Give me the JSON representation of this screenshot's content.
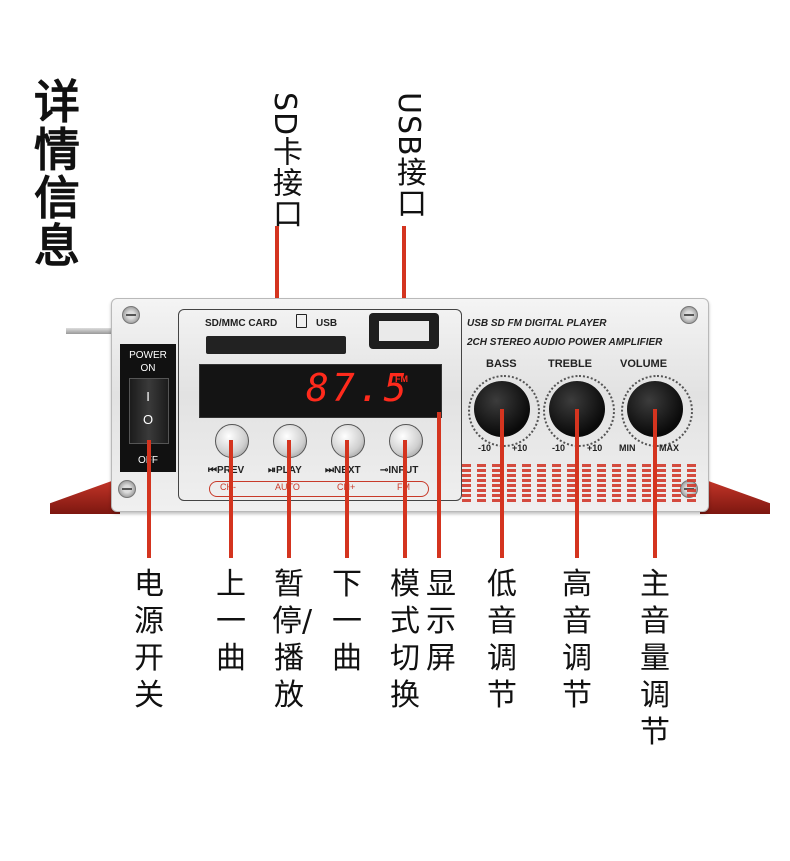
{
  "title": "详情信息",
  "callouts": {
    "sd_slot": "SD卡接口",
    "usb_port": "USB接口",
    "power_switch": "电源开关",
    "prev": "上一曲",
    "play": "暂停/播放",
    "next": "下一曲",
    "mode": "模式切换",
    "display": "显示屏",
    "bass": "低音调节",
    "treble": "高音调节",
    "volume": "主音量调节"
  },
  "device": {
    "brand_line1": "USB SD FM DIGITAL PLAYER",
    "brand_line2": "2CH STEREO AUDIO POWER  AMPLIFIER",
    "power": {
      "label": "POWER",
      "on": "ON",
      "off": "OFF",
      "i": "I",
      "o": "O"
    },
    "sd_label": "SD/MMC CARD",
    "usb_label": "USB",
    "display_value": "87.5",
    "display_unit": "FM",
    "buttons": [
      {
        "label": "⏮PREV",
        "sub": "CH-"
      },
      {
        "label": "⏯PLAY",
        "sub": "AUTO"
      },
      {
        "label": "⏭NEXT",
        "sub": "CH+"
      },
      {
        "label": "⊸INPUT",
        "sub": "FM"
      }
    ],
    "knobs": [
      {
        "title": "BASS",
        "min": "-10",
        "max": "+10"
      },
      {
        "title": "TREBLE",
        "min": "-10",
        "max": "+10"
      },
      {
        "title": "VOLUME",
        "min": "MIN",
        "max": "MAX"
      }
    ]
  },
  "colors": {
    "accent": "#d4341f",
    "display_digits": "#ff2a1c",
    "panel": "#e6e6e6"
  }
}
